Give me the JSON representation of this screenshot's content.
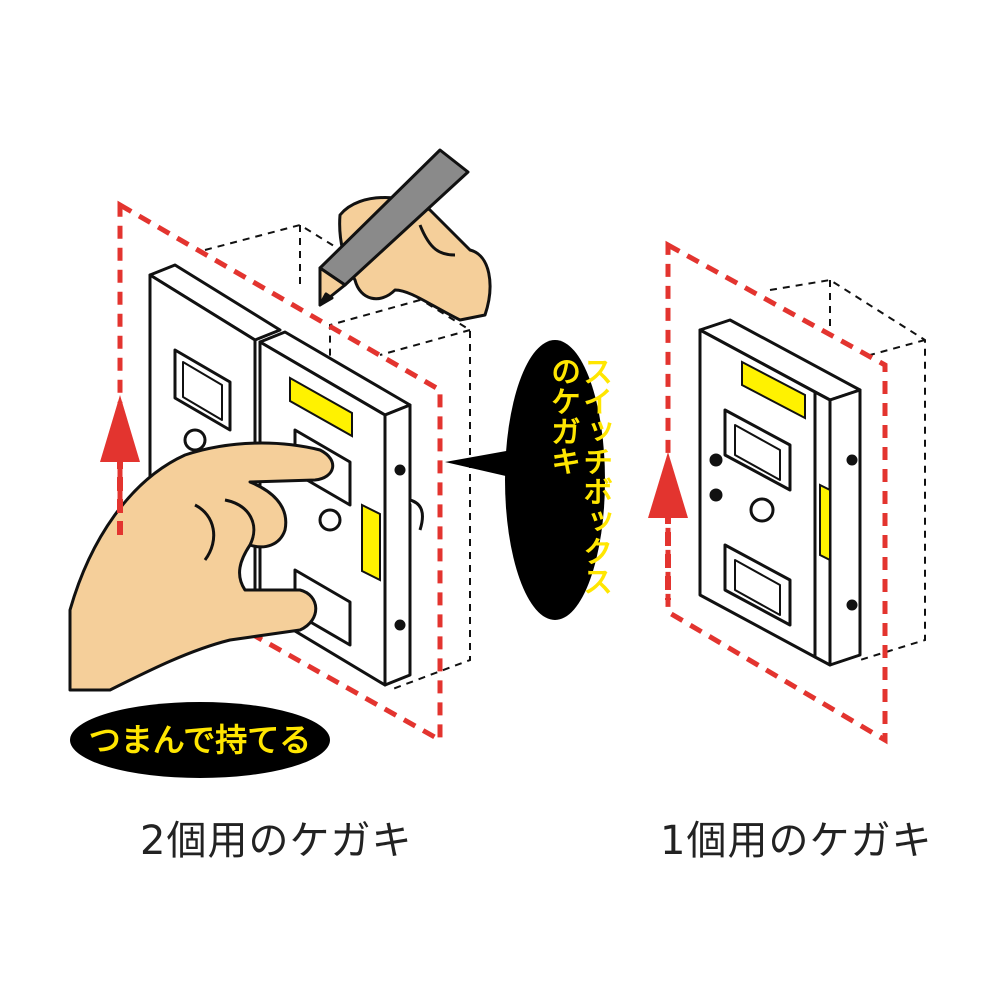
{
  "labels": {
    "callout_switchbox_line1": "スイッチボックス",
    "callout_switchbox_line2": "のケガキ",
    "callout_pinch": "つまんで持てる",
    "caption_double": "2個用のケガキ",
    "caption_single": "1個用のケガキ"
  },
  "colors": {
    "dashed_outline": "#e3342f",
    "arrow": "#e3342f",
    "bubble_fill": "#000000",
    "bubble_text": "#ffe600",
    "yellow_mark": "#fff200",
    "plate_fill": "#ffffff",
    "line": "#111111",
    "skin": "#f5cf9a",
    "pencil": "#8a8a8a"
  }
}
